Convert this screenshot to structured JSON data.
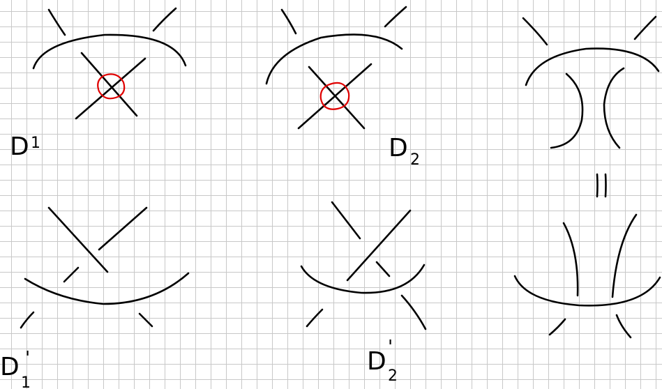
{
  "labels": {
    "d1": "D",
    "d1_sub": "1",
    "d2": "D",
    "d2_sub": "2",
    "d1p": "D",
    "d1p_prime": "'",
    "d1p_sub": "1",
    "d2p": "D",
    "d2p_prime": "'",
    "d2p_sub": "2",
    "equals": "||"
  },
  "colors": {
    "ink": "#000000",
    "marker": "#e00000",
    "grid": "#c8c8c8"
  }
}
